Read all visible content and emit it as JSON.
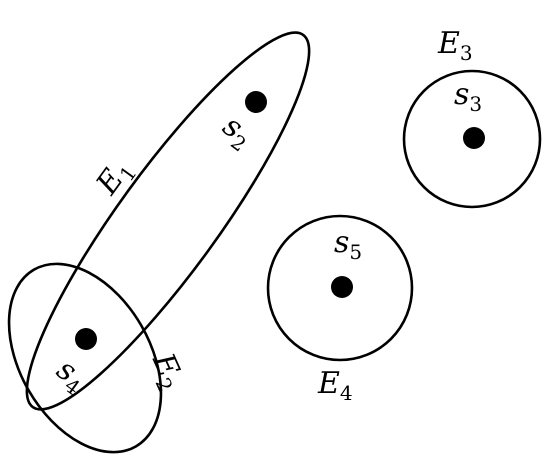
{
  "diagram": {
    "vertices": [
      {
        "id": "s2",
        "letter": "s",
        "index": "2"
      },
      {
        "id": "s3",
        "letter": "s",
        "index": "3"
      },
      {
        "id": "s4",
        "letter": "s",
        "index": "4"
      },
      {
        "id": "s5",
        "letter": "s",
        "index": "5"
      }
    ],
    "hyperedges": [
      {
        "id": "E1",
        "letter": "E",
        "index": "1"
      },
      {
        "id": "E2",
        "letter": "E",
        "index": "2"
      },
      {
        "id": "E3",
        "letter": "E",
        "index": "3"
      },
      {
        "id": "E4",
        "letter": "E",
        "index": "4"
      }
    ],
    "colors": {
      "stroke": "#000000",
      "background": "#ffffff"
    }
  }
}
